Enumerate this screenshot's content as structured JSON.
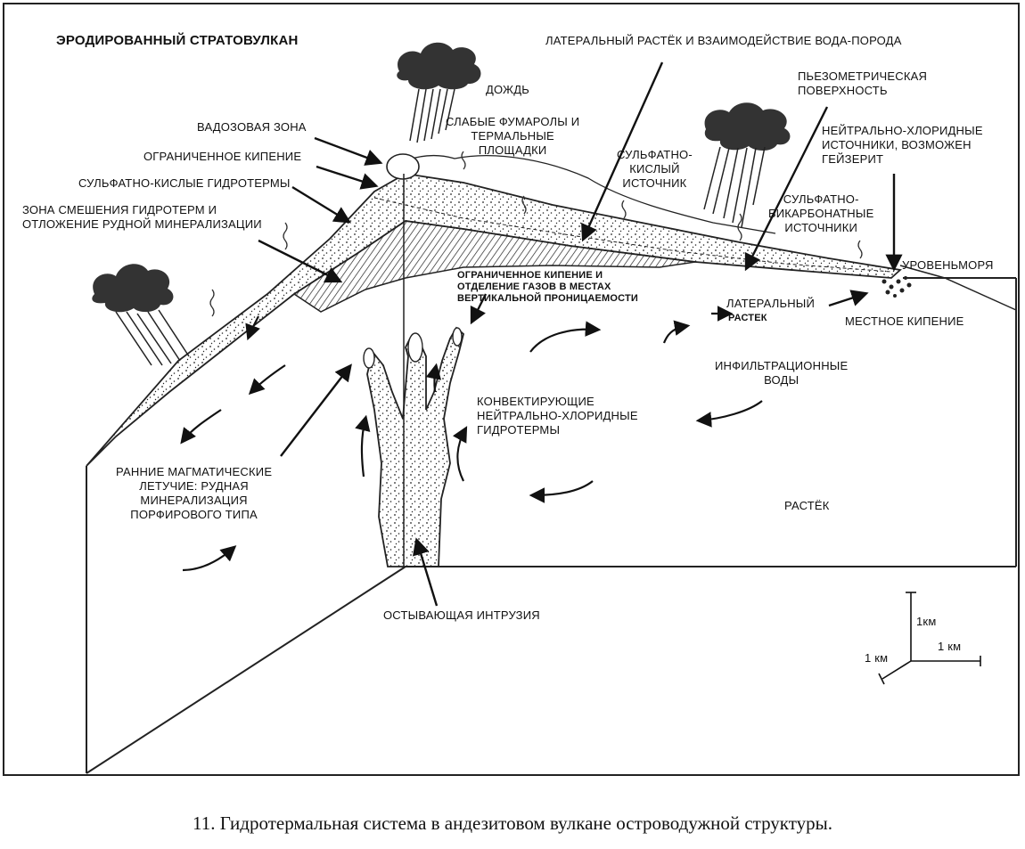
{
  "title": "ЭРОДИРОВАННЫЙ СТРАТОВУЛКАН",
  "labels": {
    "rain": "ДОЖДЬ",
    "lateral_flow_water_rock": "ЛАТЕРАЛЬНЫЙ РАСТЁК И ВЗАИМОДЕЙСТВИЕ ВОДА-ПОРОДА",
    "piezometric_surface": "ПЬЕЗОМЕТРИЧЕСКАЯ\nПОВЕРХНОСТЬ",
    "vadose_zone": "ВАДОЗОВАЯ ЗОНА",
    "weak_fumaroles": "СЛАБЫЕ ФУМАРОЛЫ И\nТЕРМАЛЬНЫЕ\nПЛОЩАДКИ",
    "neutral_chloride_springs": "НЕЙТРАЛЬНО-ХЛОРИДНЫЕ\nИСТОЧНИКИ, ВОЗМОЖЕН\nГЕЙЗЕРИТ",
    "limited_boiling": "ОГРАНИЧЕННОЕ КИПЕНИЕ",
    "acid_sulfate_spring": "СУЛЬФАТНО-\nКИСЛЫЙ\nИСТОЧНИК",
    "acid_sulfate_hydrotherms": "СУЛЬФАТНО-КИСЛЫЕ ГИДРОТЕРМЫ",
    "sulfate_bicarbonate_springs": "СУЛЬФАТНО-\nБИКАРБОНАТНЫЕ\nИСТОЧНИКИ",
    "mixing_zone": "ЗОНА СМЕШЕНИЯ ГИДРОТЕРМ И\nОТЛОЖЕНИЕ РУДНОЙ МИНЕРАЛИЗАЦИИ",
    "sea_level": "УРОВЕНЬМОРЯ",
    "limited_boiling_gas": "ОГРАНИЧЕННОЕ КИПЕНИЕ И\nОТДЕЛЕНИЕ ГАЗОВ В МЕСТАХ\nВЕРТИКАЛЬНОЙ ПРОНИЦАЕМОСТИ",
    "lateral": "ЛАТЕРАЛЬНЫЙ",
    "lateral_flow_small": "РАСТЕК",
    "local_boiling": "МЕСТНОЕ КИПЕНИЕ",
    "infiltration_waters": "ИНФИЛЬТРАЦИОННЫЕ\nВОДЫ",
    "convecting": "КОНВЕКТИРУЮЩИЕ\nНЕЙТРАЛЬНО-ХЛОРИДНЫЕ\nГИДРОТЕРМЫ",
    "early_magmatic": "РАННИЕ МАГМАТИЧЕСКИЕ\nЛЕТУЧИЕ: РУДНАЯ\nМИНЕРАЛИЗАЦИЯ\nПОРФИРОВОГО ТИПА",
    "outflow": "РАСТЁК",
    "cooling_intrusion": "ОСТЫВАЮЩАЯ ИНТРУЗИЯ"
  },
  "scale": {
    "vertical": "1км",
    "horizontal": "1 км",
    "depth": "1 км"
  },
  "caption": "11. Гидротермальная система  в андезитовом вулкане островодужной структуры."
}
